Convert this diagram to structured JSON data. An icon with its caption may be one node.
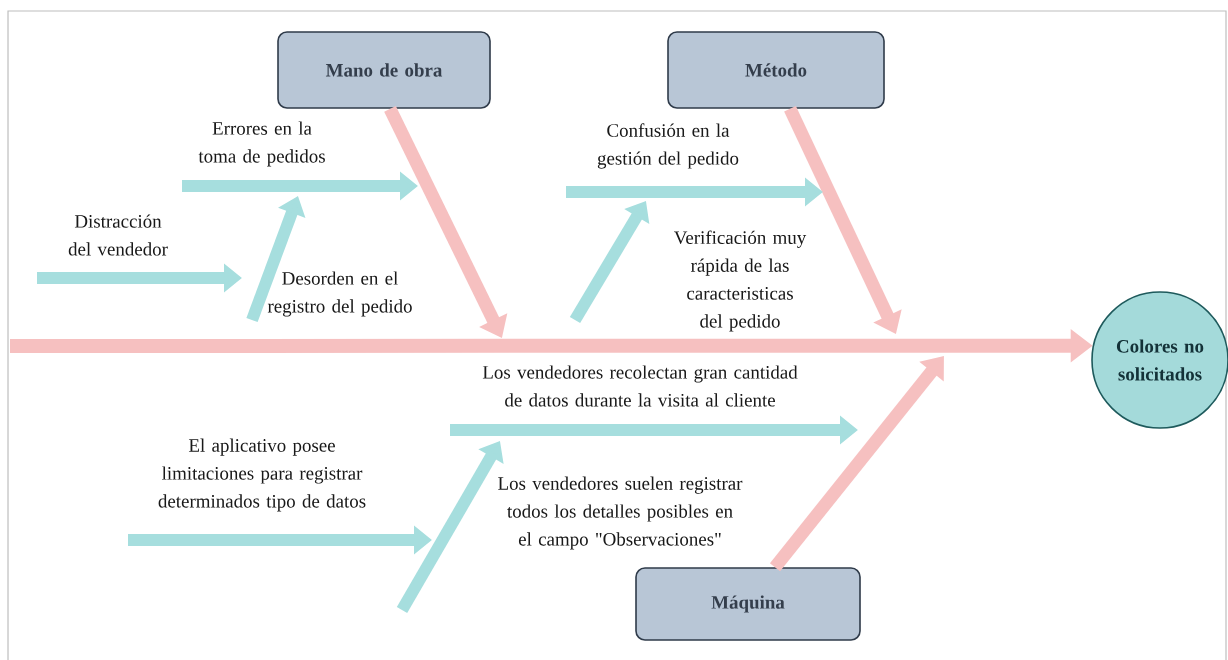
{
  "diagram": {
    "nodes": [
      {
        "text": [
          "Mano de obra"
        ]
      },
      {
        "text": [
          "Método"
        ]
      },
      {
        "text": [
          "Errores en la toma de pedidos"
        ]
      },
      {
        "text": [
          "Confusión en la gestión del pedido"
        ]
      },
      {
        "text": [
          "Distracción del vendedor"
        ]
      },
      {
        "text": [
          "Verificación muy rápida de las caracteristicas del pedido"
        ]
      },
      {
        "text": [
          "Desorden en el registro del pedido"
        ]
      },
      {
        "text": [
          "Colores no solicitados"
        ]
      },
      {
        "text": [
          "Los vendedores recolectan gran cantidad de datos durante la visita al cliente"
        ]
      },
      {
        "text": [
          "El aplicativo posee limitaciones para registrar determinados tipo de datos"
        ]
      },
      {
        "text": [
          "Los vendedores suelen registrar todos los detalles posibles en el campo \"Observaciones\""
        ]
      },
      {
        "text": [
          "Máquina"
        ]
      }
    ],
    "edges": [
      {
        "from": null,
        "to": 7,
        "arrow": "to",
        "color": "#f6c0c0"
      },
      {
        "from": 0,
        "to": null,
        "arrow": "to",
        "color": "#f6c0c0"
      },
      {
        "from": 1,
        "to": null,
        "arrow": "to",
        "color": "#f6c0c0"
      },
      {
        "from": 11,
        "to": null,
        "arrow": "to",
        "color": "#f6c0c0"
      },
      {
        "from": 2,
        "to": null,
        "arrow": "to"
      },
      {
        "from": 4,
        "to": null,
        "arrow": "to"
      },
      {
        "from": 6,
        "to": null,
        "arrow": "to"
      },
      {
        "from": 3,
        "to": null,
        "arrow": "to"
      },
      {
        "from": null,
        "to": 5,
        "arrow": "to"
      },
      {
        "from": 8,
        "to": null,
        "arrow": "to"
      },
      {
        "from": 9,
        "to": null,
        "arrow": "to"
      },
      {
        "from": null,
        "to": 10,
        "arrow": "to"
      }
    ]
  }
}
